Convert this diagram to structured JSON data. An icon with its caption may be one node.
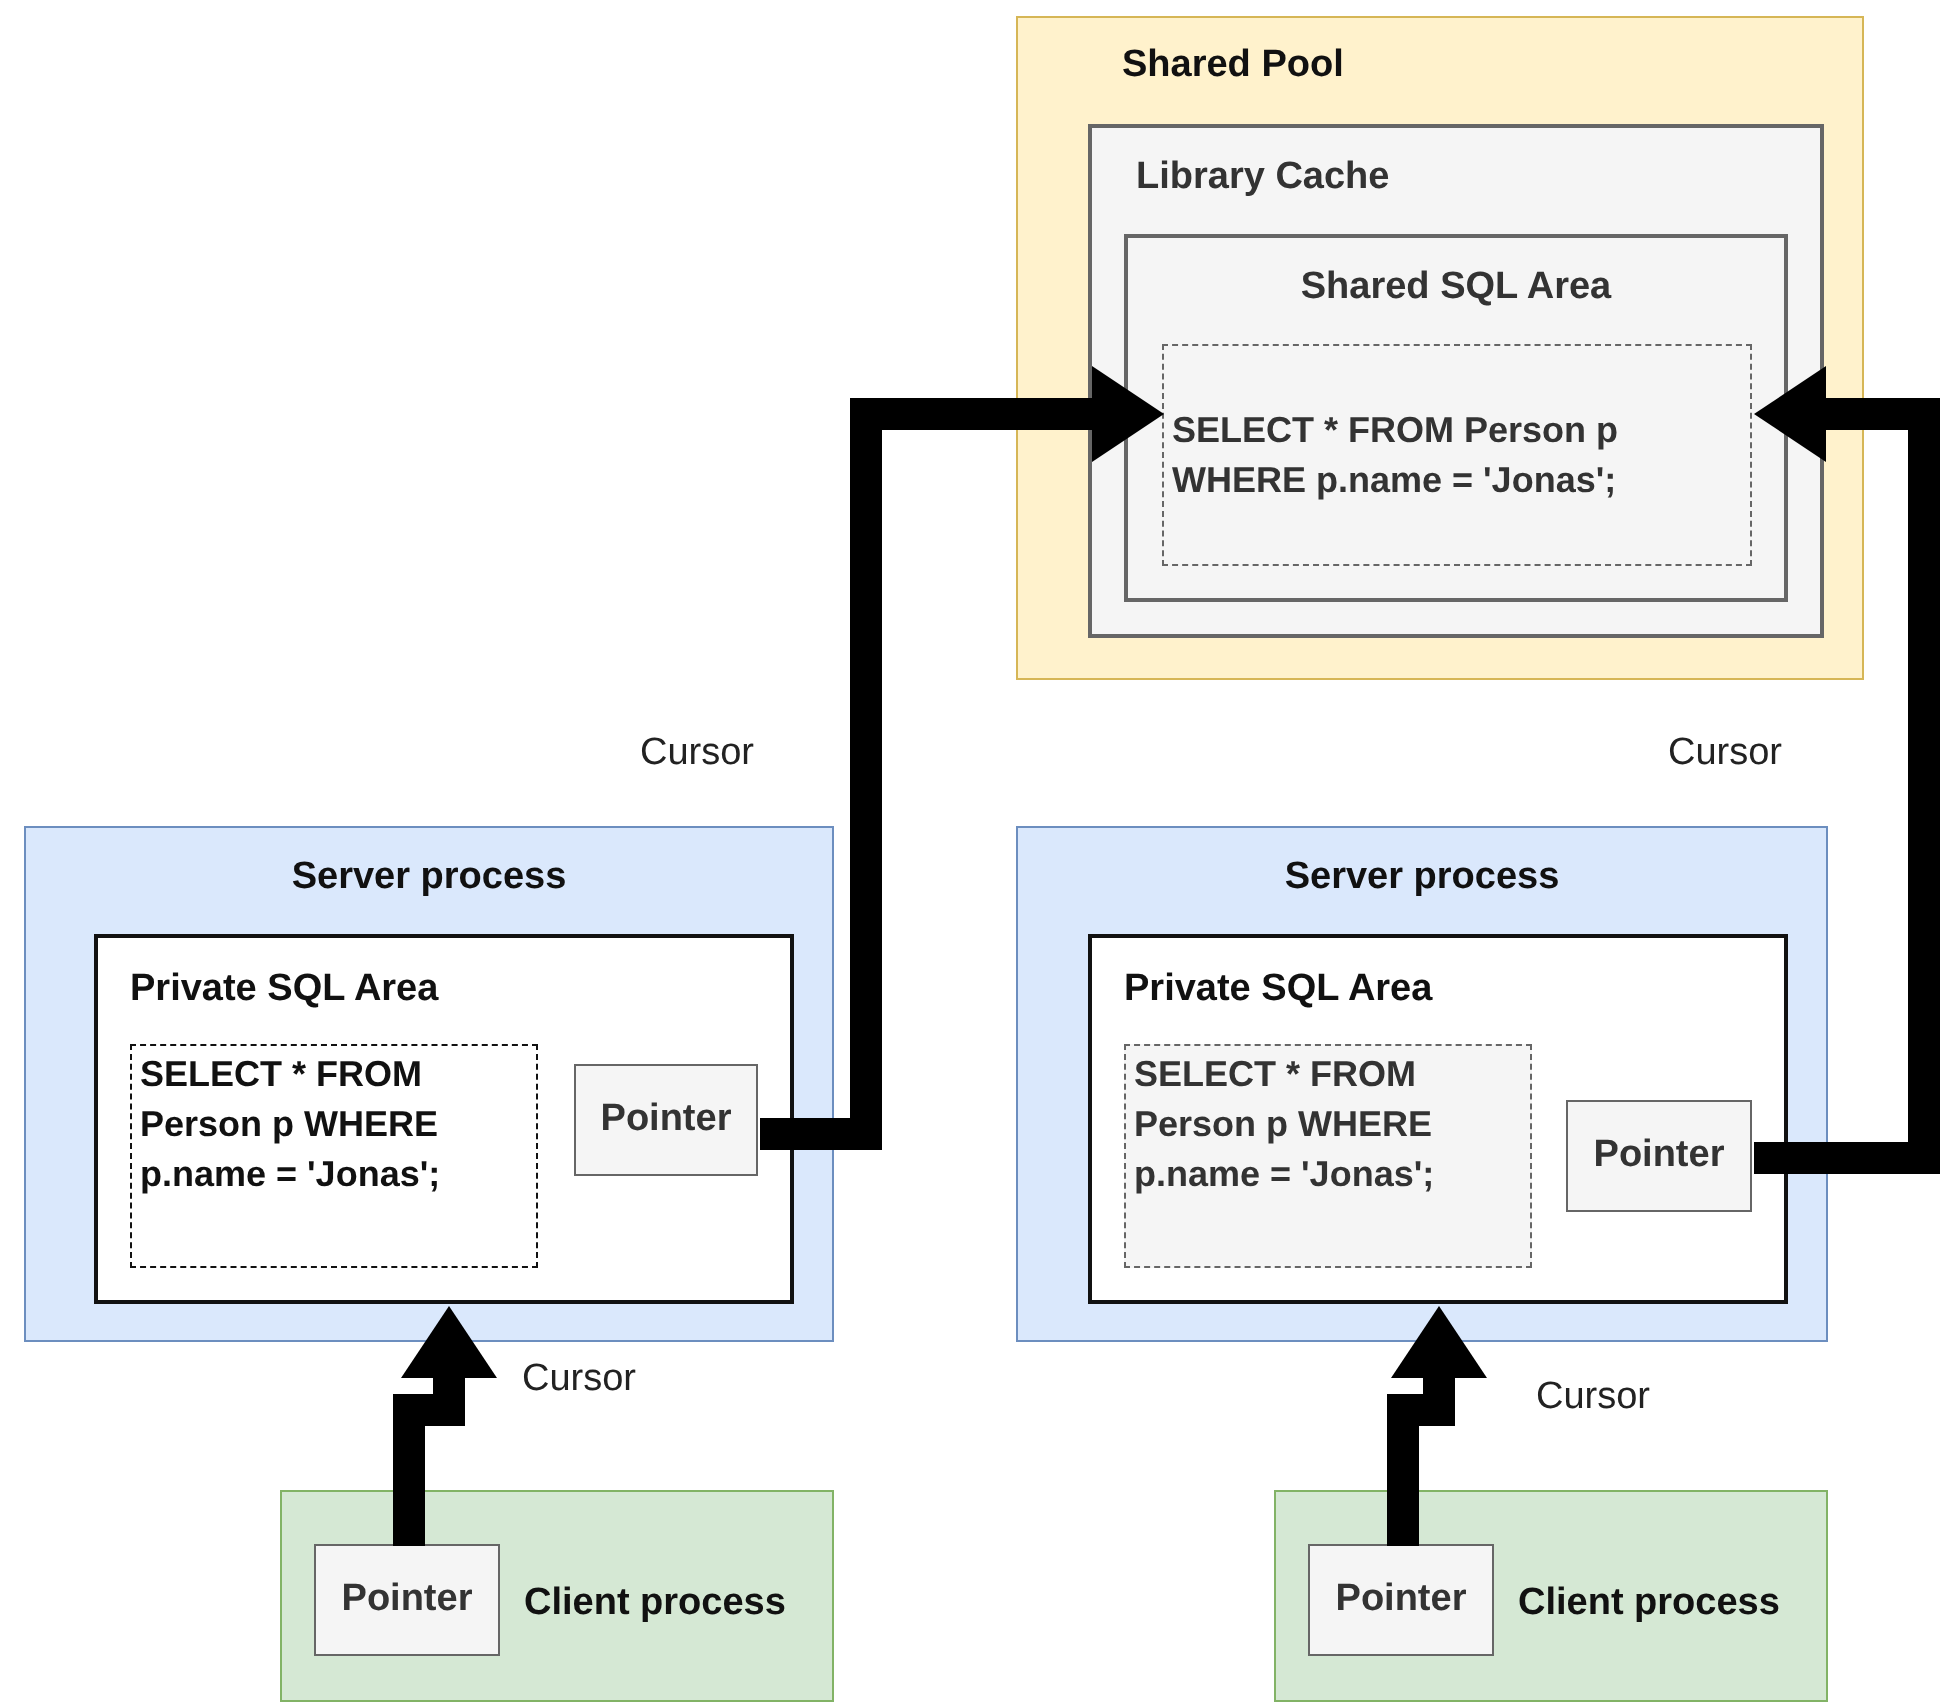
{
  "diagram": {
    "nodes": [
      {
        "text": [
          "Shared Pool"
        ]
      },
      {
        "text": [
          "Library Cache"
        ],
        "in": 0
      },
      {
        "text": [
          "Shared SQL Area"
        ],
        "in": 1
      },
      {
        "text": [
          "SELECT * FROM Person p WHERE p.name = 'Jonas';"
        ],
        "in": 2
      },
      {
        "text": [
          "Server process"
        ]
      },
      {
        "text": [
          "Private SQL Area"
        ],
        "in": 4
      },
      {
        "text": [
          "SELECT * FROM Person p WHERE p.name = 'Jonas';"
        ],
        "in": 5
      },
      {
        "text": [
          "Pointer"
        ],
        "in": 5
      },
      {
        "text": [
          "Server process"
        ]
      },
      {
        "text": [
          "Private SQL Area"
        ],
        "in": 8
      },
      {
        "text": [
          "SELECT * FROM Person p WHERE p.name = 'Jonas';"
        ],
        "in": 9
      },
      {
        "text": [
          "Pointer"
        ],
        "in": 9
      },
      {
        "text": [
          "Client process"
        ]
      },
      {
        "text": [
          "Pointer"
        ],
        "in": 12
      },
      {
        "text": [
          "Client process"
        ]
      },
      {
        "text": [
          "Pointer"
        ],
        "in": 14
      }
    ],
    "edges": [
      {
        "from": 7,
        "to": 3,
        "arrow": "to",
        "label": "Cursor"
      },
      {
        "from": 11,
        "to": 3,
        "arrow": "to",
        "label": "Cursor"
      },
      {
        "from": 13,
        "to": 5,
        "arrow": "to",
        "label": "Cursor"
      },
      {
        "from": 15,
        "to": 9,
        "arrow": "to",
        "label": "Cursor"
      }
    ]
  }
}
